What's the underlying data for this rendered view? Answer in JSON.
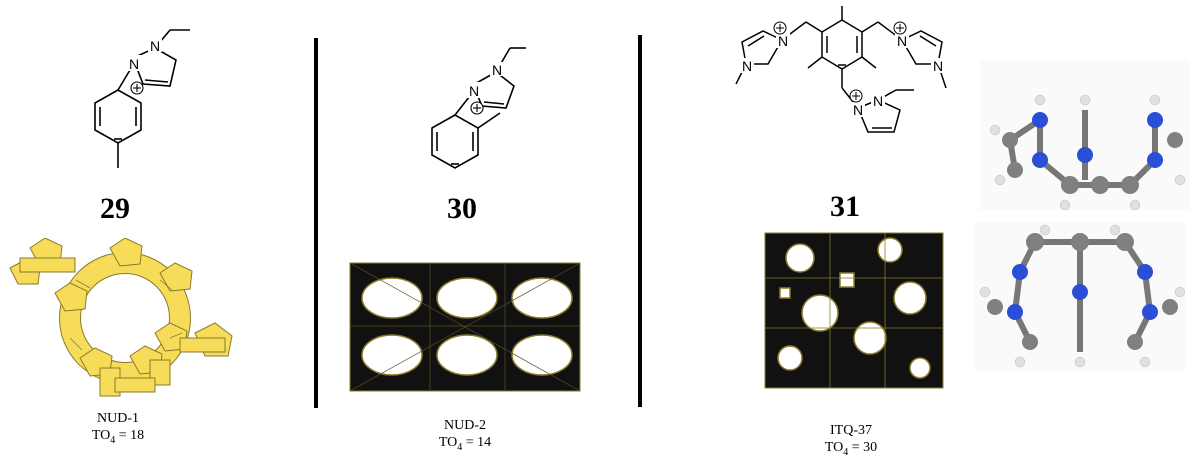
{
  "compounds": [
    {
      "number": "29",
      "framework": "NUD-1",
      "to4_label": "TO",
      "to4_sub": "4",
      "to4_value": " = 18"
    },
    {
      "number": "30",
      "framework": "NUD-2",
      "to4_label": "TO",
      "to4_sub": "4",
      "to4_value": " = 14"
    },
    {
      "number": "31",
      "framework": "ITQ-37",
      "to4_label": "TO",
      "to4_sub": "4",
      "to4_value": " = 30"
    }
  ],
  "atoms": {
    "nitrogen": "N",
    "plus": "+"
  },
  "colors": {
    "framework1": "#f7dc5a",
    "framework_dark": "#111111",
    "framework_line": "#8a7a2a",
    "carbon": "#808080",
    "nitrogen_atom": "#2a4fd6",
    "hydrogen": "#e8e8e8"
  }
}
